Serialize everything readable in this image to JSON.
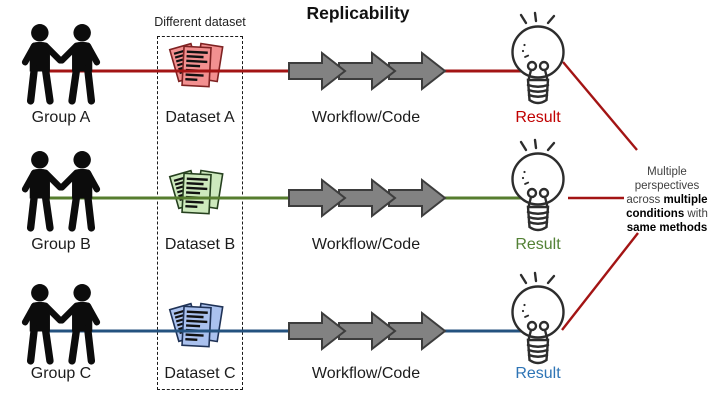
{
  "title": "Replicability",
  "dataset_box": {
    "label": "Different dataset"
  },
  "rows": [
    {
      "group_label": "Group A",
      "dataset_label": "Dataset A",
      "workflow_label": "Workflow/Code",
      "result_label": "Result",
      "line_color": "#A31414",
      "result_color": "#C00000",
      "doc_fill": "#F29090",
      "doc_stroke": "#7E2222"
    },
    {
      "group_label": "Group B",
      "dataset_label": "Dataset B",
      "workflow_label": "Workflow/Code",
      "result_label": "Result",
      "line_color": "#567D2E",
      "result_color": "#538135",
      "doc_fill": "#CDE9BD",
      "doc_stroke": "#26401F"
    },
    {
      "group_label": "Group C",
      "dataset_label": "Dataset C",
      "workflow_label": "Workflow/Code",
      "result_label": "Result",
      "line_color": "#24527F",
      "result_color": "#2E74B5",
      "doc_fill": "#AAC1EE",
      "doc_stroke": "#1F3256"
    }
  ],
  "connectors": {
    "color": "#A31414"
  },
  "right_note": {
    "line1": "Multiple",
    "line2": "perspectives",
    "line3_normal": "across ",
    "line3_bold": "multiple",
    "line4_bold": "conditions",
    "line4_normal": " with",
    "line5_bold": "same methods"
  },
  "icons": {
    "people": "handshake-people-icon",
    "documents": "stacked-documents-icon",
    "arrows": "workflow-arrows-icon",
    "bulb": "lightbulb-icon"
  },
  "colors": {
    "background": "#FFFFFF",
    "arrow_fill": "#828282",
    "arrow_stroke": "#3D3D3D",
    "text_dark": "#1C1C1C",
    "note_gray": "#3F3F3F"
  }
}
